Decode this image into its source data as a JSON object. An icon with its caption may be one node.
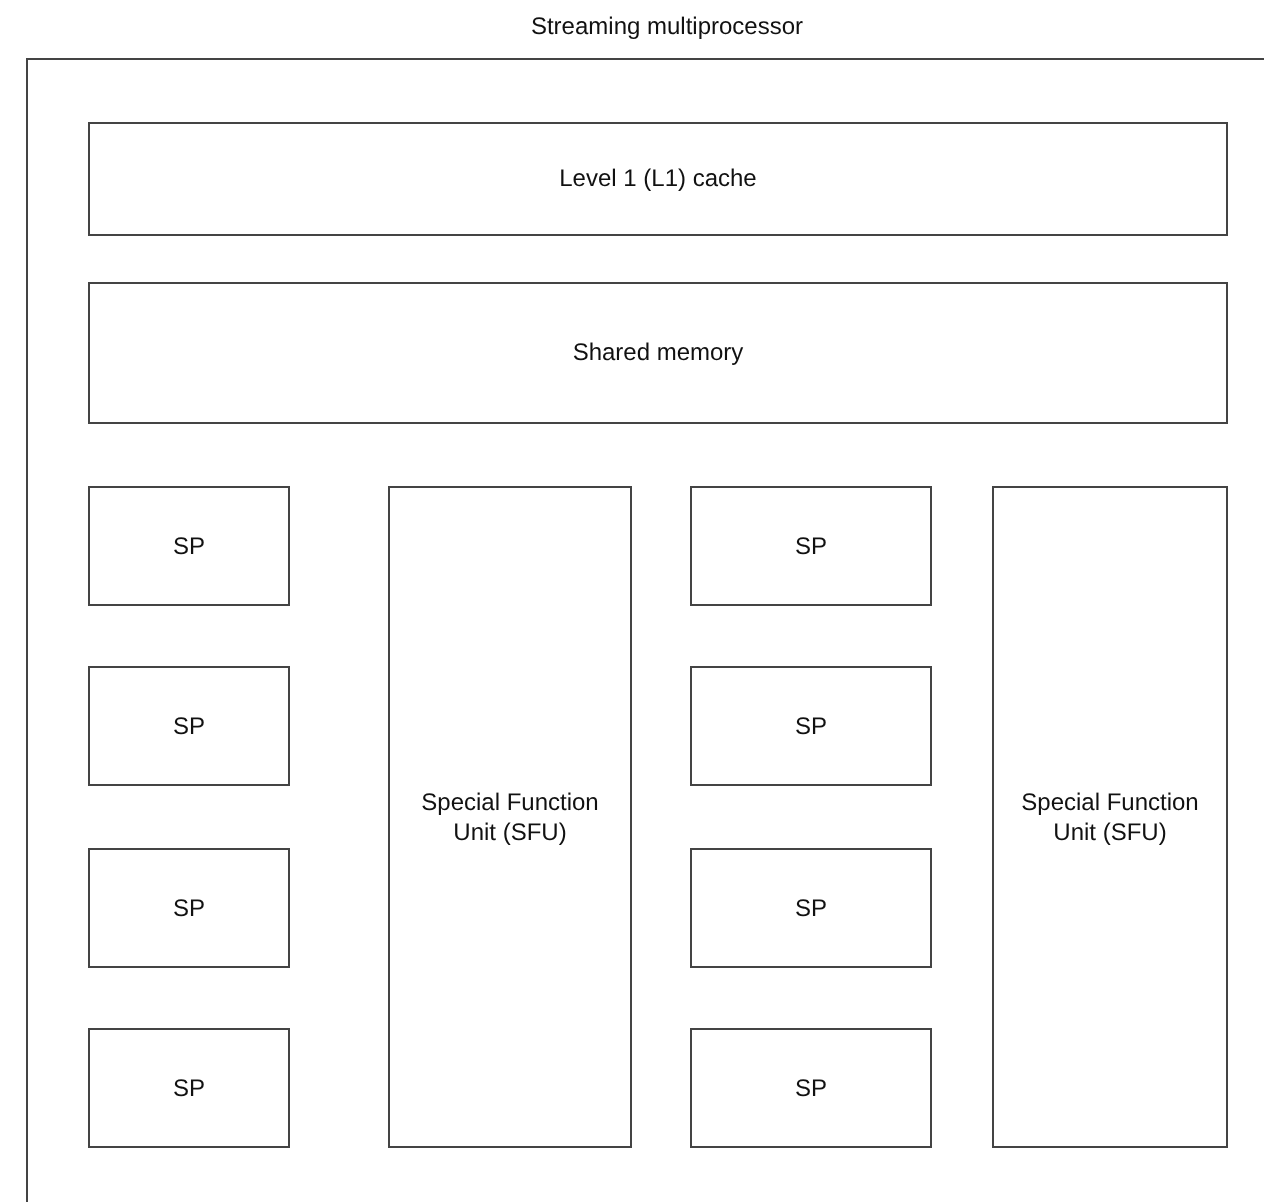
{
  "diagram": {
    "nodes": [
      {
        "text": [
          "Streaming multiprocessor"
        ]
      },
      {
        "text": [
          "Level 1 (L1) cache"
        ],
        "in": 0
      },
      {
        "text": [
          "Shared memory"
        ],
        "in": 0
      },
      {
        "text": [
          "SP"
        ],
        "in": 0
      },
      {
        "text": [
          "Special Function Unit (SFU)"
        ],
        "in": 0
      },
      {
        "text": [
          "SP"
        ],
        "in": 0
      },
      {
        "text": [
          "Special Function Unit (SFU)"
        ],
        "in": 0
      },
      {
        "text": [
          "SP"
        ],
        "in": 0
      },
      {
        "text": [
          "SP"
        ],
        "in": 0
      },
      {
        "text": [
          "SP"
        ],
        "in": 0
      },
      {
        "text": [
          "SP"
        ],
        "in": 0
      },
      {
        "text": [
          "SP"
        ],
        "in": 0
      },
      {
        "text": [
          "SP"
        ],
        "in": 0
      }
    ]
  }
}
